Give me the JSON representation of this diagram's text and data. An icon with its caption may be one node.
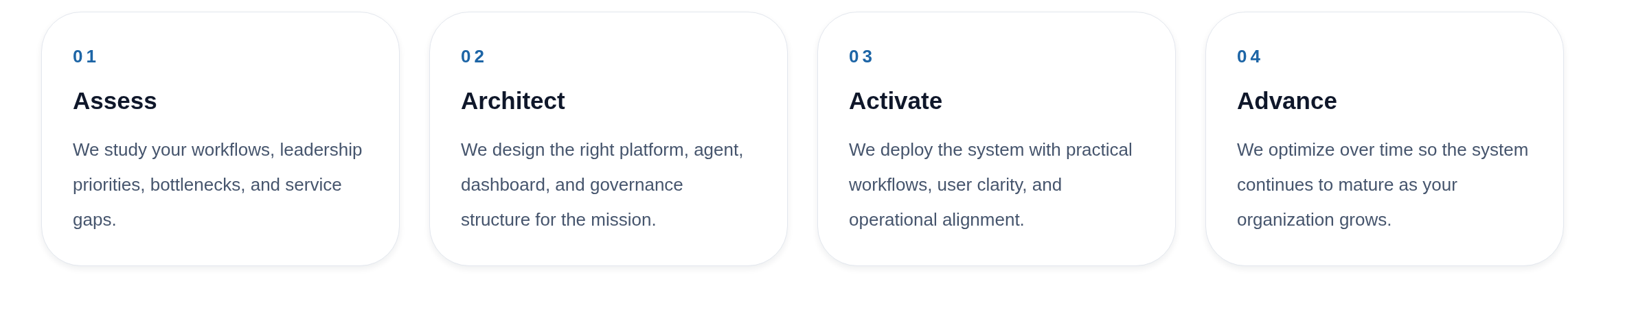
{
  "diagram": {
    "nodes": [
      {
        "text": [
          "01",
          "Assess",
          "We study your workflows, leadership priorities, bottlenecks, and service gaps."
        ]
      },
      {
        "text": [
          "02",
          "Architect",
          "We design the right platform, agent, dashboard, and governance structure for the mission."
        ]
      },
      {
        "text": [
          "03",
          "Activate",
          "We deploy the system with practical workflows, user clarity, and operational alignment."
        ]
      },
      {
        "text": [
          "04",
          "Advance",
          "We optimize over time so the system continues to mature as your organization grows."
        ]
      }
    ]
  }
}
